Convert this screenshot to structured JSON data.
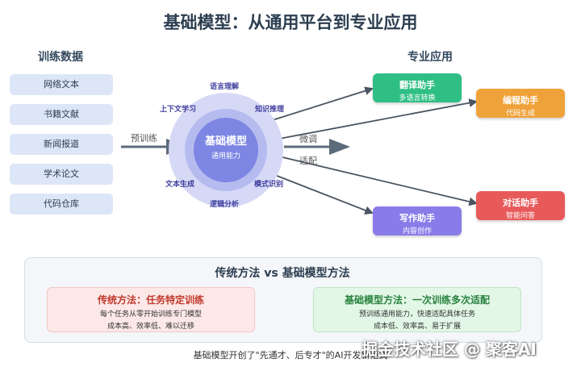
{
  "title": "基础模型：从通用平台到专业应用",
  "training": {
    "heading": "训练数据",
    "items": [
      "网络文本",
      "书籍文献",
      "新闻报道",
      "学术论文",
      "代码仓库"
    ]
  },
  "pretrain_label": "预训练",
  "core": {
    "title": "基础模型",
    "subtitle": "通用能力",
    "capabilities": [
      "语言理解",
      "知识推理",
      "模式识别",
      "逻辑分析",
      "文本生成",
      "上下文学习"
    ]
  },
  "finetune_label": "微调",
  "adapt_label": "适配",
  "apps": {
    "heading": "专业应用",
    "items": [
      {
        "name": "翻译助手",
        "sub": "多语言转换",
        "color": "#2fbf84"
      },
      {
        "name": "编程助手",
        "sub": "代码生成",
        "color": "#f0a23a"
      },
      {
        "name": "对话助手",
        "sub": "智能问答",
        "color": "#e85a5a"
      },
      {
        "name": "写作助手",
        "sub": "内容创作",
        "color": "#8a7ce8"
      }
    ]
  },
  "comparison": {
    "title": "传统方法 vs 基础模型方法",
    "traditional": {
      "heading": "传统方法：任务特定训练",
      "line1": "每个任务从零开始训练专门模型",
      "line2": "成本高、效率低、难以迁移",
      "color": "#c0392b"
    },
    "foundation": {
      "heading": "基础模型方法：一次训练多次适配",
      "line1": "预训练通用能力，快速适配具体任务",
      "line2": "成本低、效率高、易于扩展",
      "color": "#27823f"
    }
  },
  "footnote": "基础模型开创了\"先通才、后专才\"的AI开发新范式",
  "watermark": "掘金技术社区 @ 聚客AI"
}
